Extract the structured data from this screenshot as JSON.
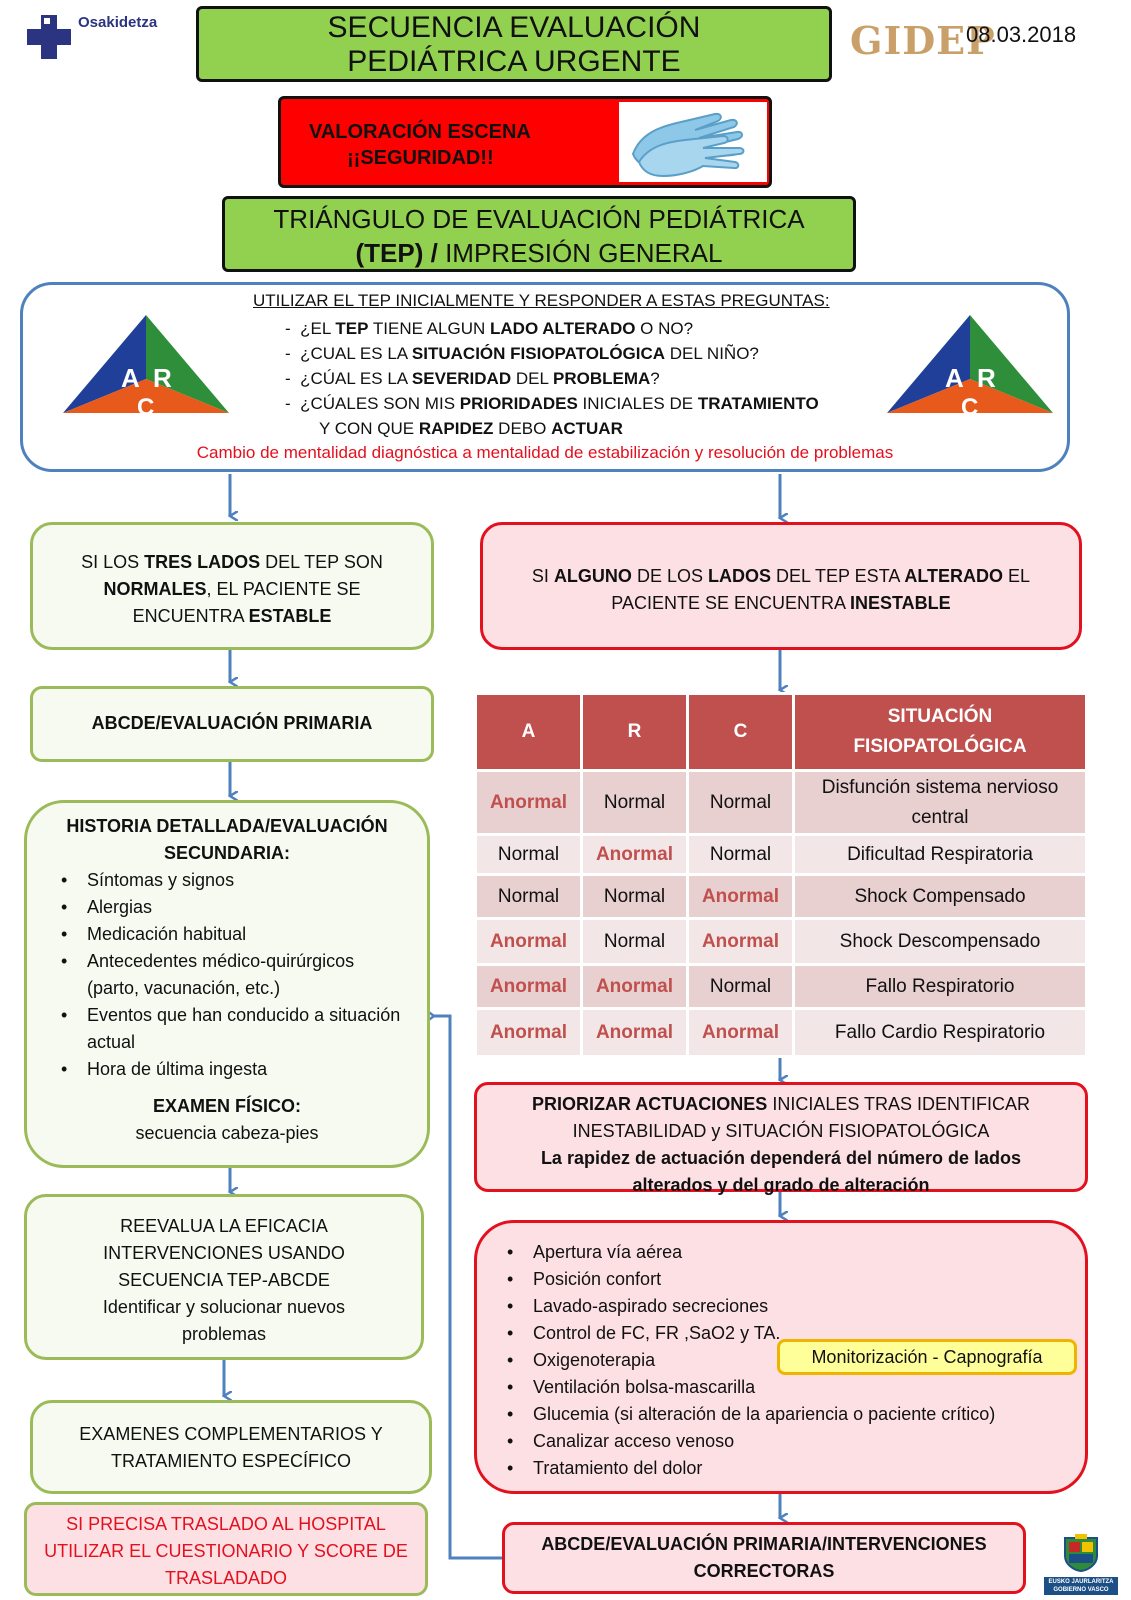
{
  "header": {
    "logo_text": "Osakidetza",
    "title_lines": [
      "SECUENCIA  EVALUACIÓN",
      "PEDIÁTRICA URGENTE"
    ],
    "brand": "GIDEP",
    "date": "08.03.2018"
  },
  "scene": {
    "line1": "VALORACIÓN ESCENA",
    "line2": "¡¡SEGURIDAD!!"
  },
  "tep_title": {
    "line1": "TRIÁNGULO DE EVALUACIÓN PEDIÁTRICA",
    "line2_bold": "(TEP) /",
    "line2_rest": " IMPRESIÓN GENERAL"
  },
  "triangle_letters": {
    "a": "A",
    "r": "R",
    "c": "C"
  },
  "questions": {
    "heading": "UTILIZAR EL TEP INICIALMENTE Y RESPONDER A ESTAS PREGUNTAS:",
    "q1": {
      "a": "¿EL ",
      "b": "TEP",
      "c": " TIENE ALGUN ",
      "d": "LADO ALTERADO",
      "e": " O NO?"
    },
    "q2": {
      "a": "¿CUAL ES LA ",
      "b": "SITUACIÓN FISIOPATOLÓGICA",
      "c": " DEL NIÑO?"
    },
    "q3": {
      "a": "¿CÚAL ES LA ",
      "b": "SEVERIDAD",
      "c": " DEL ",
      "d": "PROBLEMA",
      "e": "?"
    },
    "q4": {
      "a": "¿CÚALES SON MIS ",
      "b": "PRIORIDADES",
      "c": " INICIALES DE ",
      "d": "TRATAMIENTO"
    },
    "q4b": {
      "a": "Y CON QUE ",
      "b": "RAPIDEZ",
      "c": " DEBO ",
      "d": "ACTUAR"
    },
    "note": "Cambio de mentalidad  diagnóstica a mentalidad  de estabilización y  resolución de problemas"
  },
  "left": {
    "stable": {
      "l1a": "SI LOS ",
      "l1b": "TRES LADOS",
      "l1c": " DEL TEP SON",
      "l2a": "NORMALES",
      "l2b": ", EL PACIENTE  SE",
      "l3a": "ENCUENTRA ",
      "l3b": "ESTABLE"
    },
    "abcde": "ABCDE/EVALUACIÓN PRIMARIA",
    "history": {
      "title1": "HISTORIA DETALLADA/EVALUACIÓN",
      "title2": "SECUNDARIA:",
      "items": [
        "Síntomas y signos",
        "Alergias",
        "Medicación habitual",
        "Antecedentes médico-quirúrgicos (parto, vacunación, etc.)",
        "Eventos que han conducido a situación actual",
        "Hora de última ingesta"
      ],
      "exam_title": "EXAMEN FÍSICO:",
      "exam_sub": "secuencia cabeza-pies"
    },
    "reeval": [
      "REEVALUA LA EFICACIA",
      "INTERVENCIONES USANDO",
      "SECUENCIA TEP-ABCDE",
      "Identificar y solucionar  nuevos",
      "problemas"
    ],
    "complementary": [
      "EXAMENES COMPLEMENTARIOS Y",
      "TRATAMIENTO ESPECÍFICO"
    ],
    "transfer": [
      "SI PRECISA TRASLADO AL HOSPITAL",
      "UTILIZAR EL CUESTIONARIO Y SCORE DE",
      "TRASLADADO"
    ]
  },
  "right": {
    "unstable": {
      "l1a": "SI ",
      "l1b": "ALGUNO",
      "l1c": " DE LOS ",
      "l1d": "LADOS",
      "l1e": " DEL TEP ESTA ",
      "l1f": "ALTERADO",
      "l1g": " EL",
      "l2a": "PACIENTE SE ENCUENTRA ",
      "l2b": "INESTABLE"
    },
    "table": {
      "headers": [
        "A",
        "R",
        "C",
        "SITUACIÓN FISIOPATOLÓGICA"
      ],
      "rows": [
        [
          "Anormal",
          "Normal",
          "Normal",
          "Disfunción sistema nervioso central"
        ],
        [
          "Normal",
          "Anormal",
          "Normal",
          "Dificultad Respiratoria"
        ],
        [
          "Normal",
          "Normal",
          "Anormal",
          "Shock Compensado"
        ],
        [
          "Anormal",
          "Normal",
          "Anormal",
          "Shock Descompensado"
        ],
        [
          "Anormal",
          "Anormal",
          "Normal",
          "Fallo Respiratorio"
        ],
        [
          "Anormal",
          "Anormal",
          "Anormal",
          "Fallo Cardio Respiratorio"
        ]
      ]
    },
    "prioritize": {
      "l1a": "PRIORIZAR ACTUACIONES",
      "l1b": " INICIALES TRAS IDENTIFICAR",
      "l2": "INESTABILIDAD  y  SITUACIÓN FISIOPATOLÓGICA",
      "l3": "La rapidez de actuación dependerá del número de lados",
      "l4": "alterados y del grado de alteración"
    },
    "actions": [
      "Apertura vía aérea",
      "Posición confort",
      "Lavado-aspirado secreciones",
      "Control  de FC, FR ,SaO2  y  TA.",
      "Oxigenoterapia",
      "Ventilación bolsa-mascarilla",
      "Glucemia (si alteración de la apariencia o paciente crítico)",
      "Canalizar acceso venoso",
      "Tratamiento del dolor"
    ],
    "monitor": "Monitorización - Capnografía",
    "final": [
      "ABCDE/EVALUACIÓN PRIMARIA/INTERVENCIONES",
      "CORRECTORAS"
    ]
  },
  "footer": {
    "gov_line1": "EUSKO JAURLARITZA",
    "gov_line2": "GOBIERNO VASCO"
  },
  "colors": {
    "green": "#92d050",
    "red": "#ff0000",
    "table_header": "#c0504d",
    "abnormal": "#c0504d",
    "blue_outline": "#4f81bd",
    "arrow": "#4f81bd",
    "note": "#e3101e"
  }
}
